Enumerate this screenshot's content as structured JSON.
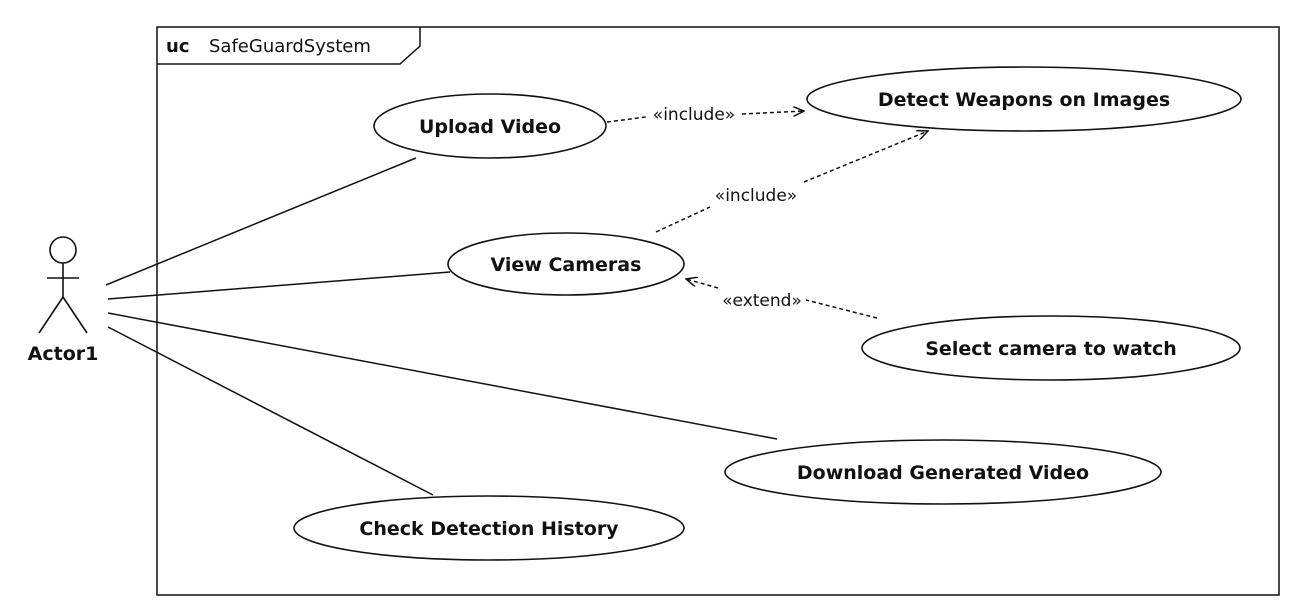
{
  "frame": {
    "keyword": "uc",
    "name": "SafeGuardSystem"
  },
  "actor": {
    "name": "Actor1"
  },
  "use_cases": {
    "upload_video": "Upload Video",
    "detect_weapons": "Detect Weapons on Images",
    "view_cameras": "View Cameras",
    "select_camera": "Select camera to watch",
    "download_video": "Download Generated Video",
    "check_history": "Check Detection History"
  },
  "relations": {
    "include_1": "«include»",
    "include_2": "«include»",
    "extend_1": "«extend»"
  },
  "colors": {
    "stroke": "#111111",
    "background": "#ffffff"
  }
}
